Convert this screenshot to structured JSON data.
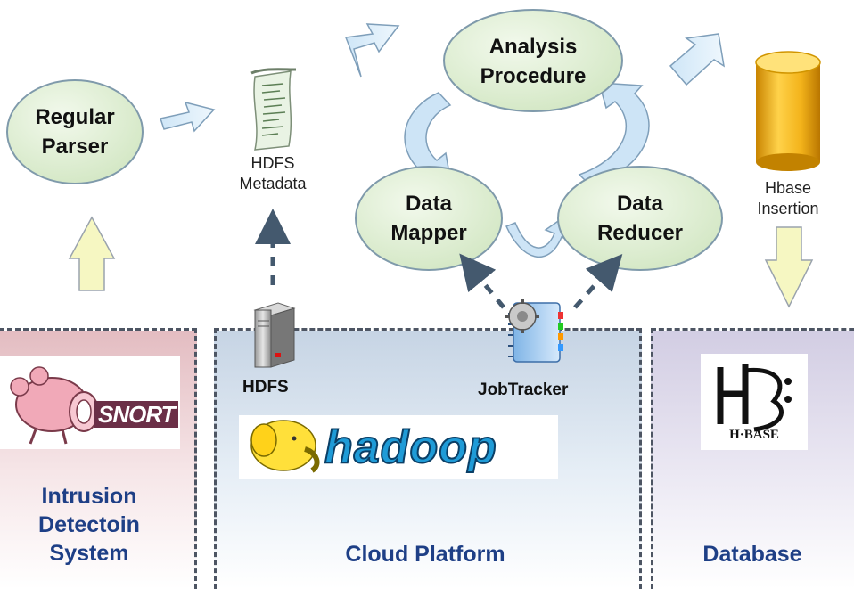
{
  "nodes": {
    "regular_parser": "Regular\nParser",
    "analysis_procedure": "Analysis\nProcedure",
    "data_mapper": "Data\nMapper",
    "data_reducer": "Data\nReducer"
  },
  "captions": {
    "hdfs_metadata": "HDFS\nMetadata",
    "hbase_insertion": "Hbase\nInsertion",
    "hdfs": "HDFS",
    "jobtracker": "JobTracker"
  },
  "panels": {
    "ids_title": "Intrusion\nDetectoin\nSystem",
    "cloud_title": "Cloud Platform",
    "db_title": "Database"
  },
  "logos": {
    "snort": "SNORT",
    "hadoop": "hadoop",
    "hbase": "H·BASE"
  },
  "colors": {
    "node_fill": "#e2f0d6",
    "node_stroke": "#7f9aab",
    "title_text": "#1e3f86",
    "dashed_arrow": "#44596e",
    "up_arrow_fill": "#f6f7c2",
    "flow_arrow_fill": "#d9ecf8"
  },
  "icons": [
    "document-scroll-icon",
    "database-cylinder-icon",
    "server-tower-icon",
    "jobtracker-notebook-gear-icon",
    "snort-pig-logo",
    "hadoop-elephant-logo",
    "hbase-logo"
  ]
}
